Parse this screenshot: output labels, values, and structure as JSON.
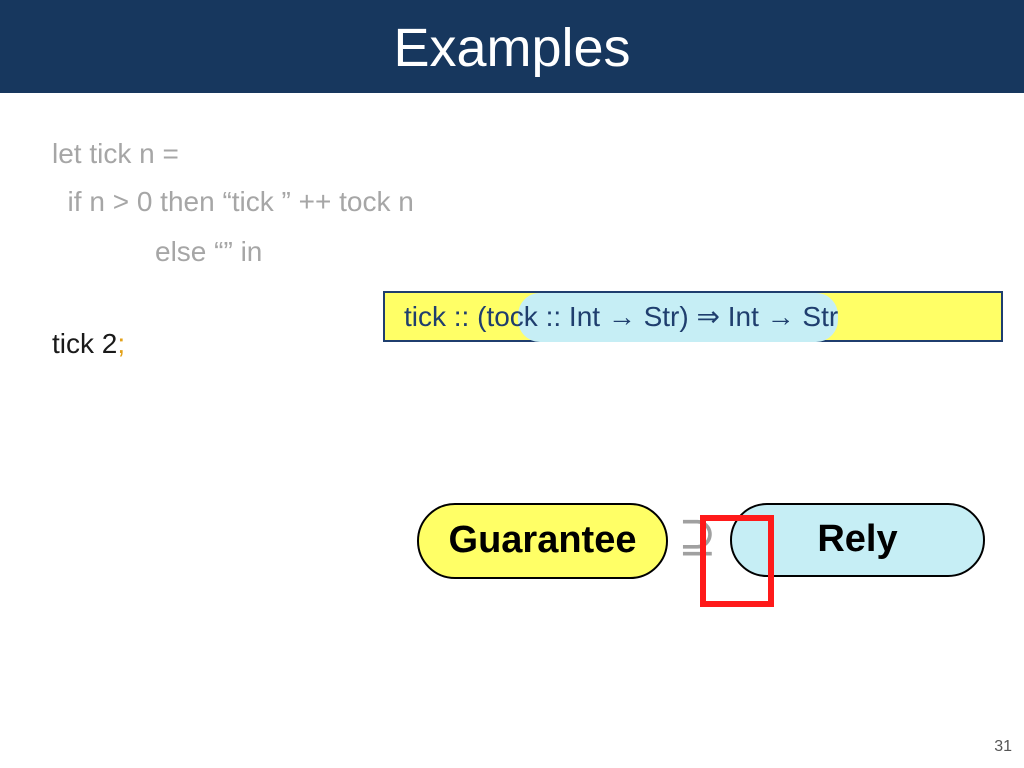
{
  "slide": {
    "title": "Examples",
    "code": {
      "line1": "let tick n =",
      "line2": "  if n > 0 then “tick ” ++ tock n",
      "line3": "else “” in",
      "line4_text": "tick 2",
      "line4_semicolon": ";"
    },
    "type_signature": "tick :: (tock :: Int → Str) ⇒ Int → Str",
    "guarantee_label": "Guarantee",
    "relation_symbol": "⊇",
    "rely_label": "Rely",
    "page_number": "31"
  },
  "colors": {
    "title_bar": "#17375e",
    "yellow": "#ffff66",
    "light_blue": "#c6eef5",
    "red": "#ff1a1a"
  }
}
